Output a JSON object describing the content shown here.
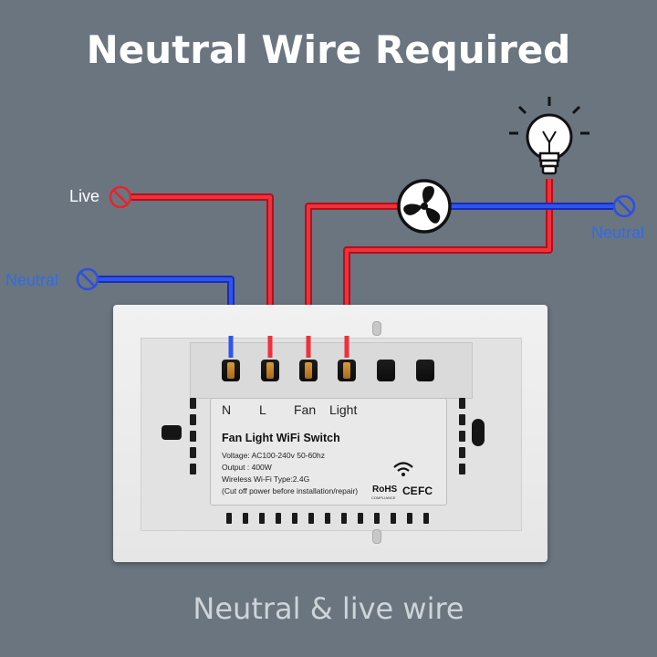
{
  "title": "Neutral Wire Required",
  "footer": "Neutral & live wire",
  "wire_labels": {
    "live": "Live",
    "neutral_left": "Neutral",
    "neutral_right": "Neutral"
  },
  "terminals": [
    "N",
    "L",
    "Fan",
    "Light"
  ],
  "product": {
    "name": "Fan Light WiFi  Switch",
    "specs": [
      "Voltage: AC100-240v  50-60hz",
      "Output : 400W",
      "Wireless Wi-Fi Type:2.4G",
      "(Cut off power before installation/repair)"
    ],
    "rohs": "RoHS",
    "rohs_sub": "COMPLIANCE",
    "ce": "CE",
    "fc": "FC"
  },
  "colors": {
    "background": "#6a7580",
    "live_wire": "#e8232d",
    "neutral_wire": "#2d4fe0",
    "neutral_label": "#2d6de8"
  },
  "icons": [
    "fan-icon",
    "light-bulb-icon",
    "wifi-icon"
  ]
}
